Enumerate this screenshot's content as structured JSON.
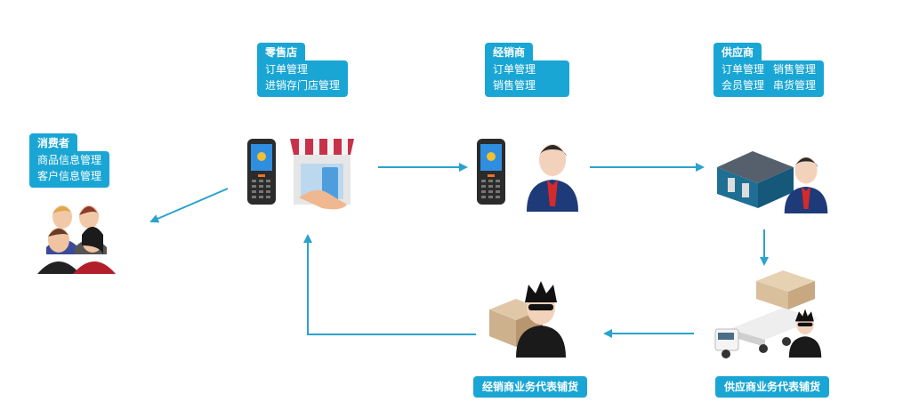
{
  "nodes": {
    "consumer": {
      "title": "消费者",
      "lines": [
        [
          "商品信息管理"
        ],
        [
          "客户信息管理"
        ]
      ],
      "icon": "consumer-group-icon"
    },
    "retailer": {
      "title": "零售店",
      "lines": [
        [
          "订单管理"
        ],
        [
          "进销存门店管理"
        ]
      ],
      "icon": "retail-store-icon"
    },
    "dealer": {
      "title": "经销商",
      "lines": [
        [
          "订单管理"
        ],
        [
          "销售管理"
        ]
      ],
      "icon": "businessman-icon"
    },
    "supplier": {
      "title": "供应商",
      "lines": [
        [
          "订单管理",
          "销售管理"
        ],
        [
          "会员管理",
          "串货管理"
        ]
      ],
      "icon": "warehouse-icon"
    }
  },
  "buttons": {
    "dealer_rep": "经销商业务代表铺货",
    "supplier_rep": "供应商业务代表铺货"
  },
  "colors": {
    "accent": "#1aa6d4",
    "arrow": "#2aa3cc"
  }
}
